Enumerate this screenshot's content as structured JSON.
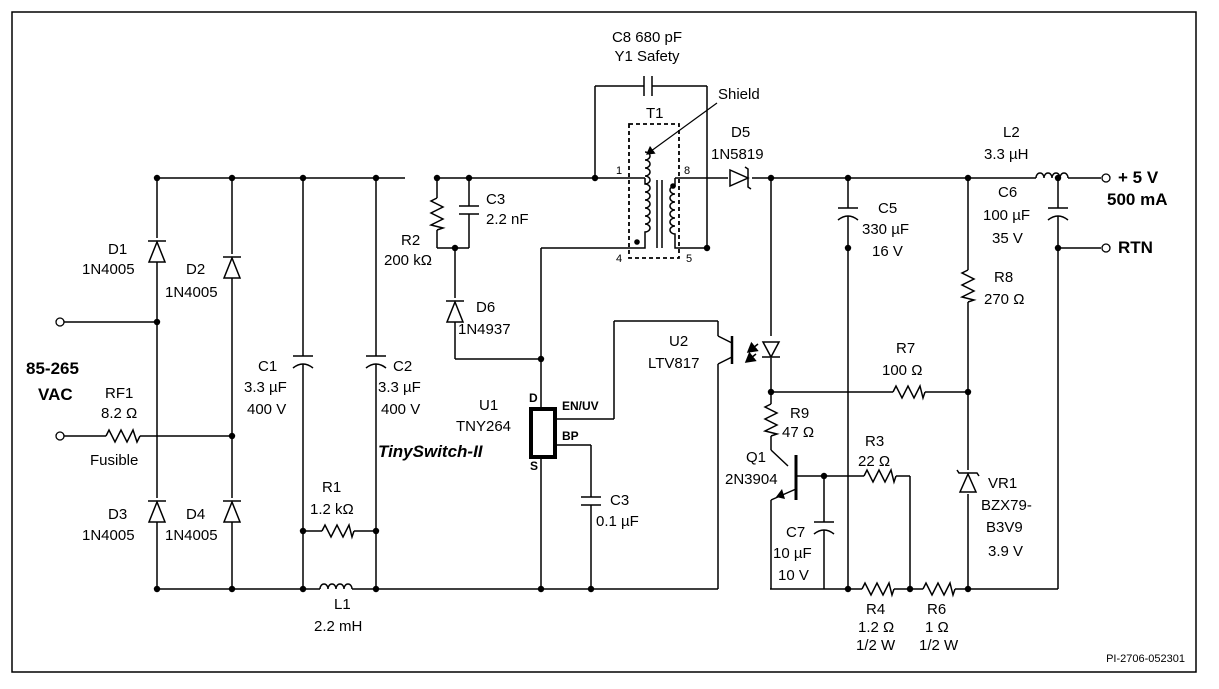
{
  "reference": "PI-2706-052301",
  "product_name": "TinySwitch-II",
  "input": {
    "voltage_line1": "85-265",
    "voltage_line2": "VAC"
  },
  "output": {
    "voltage": "+ 5 V",
    "current": "500 mA",
    "return": "RTN"
  },
  "transformer": {
    "ref": "T1",
    "shield": "Shield",
    "pins": [
      "1",
      "8",
      "4",
      "5"
    ]
  },
  "ic_pins": {
    "drain": "D",
    "source": "S",
    "en_uv": "EN/UV",
    "bypass": "BP"
  },
  "components": {
    "C8": {
      "ref": "C8 680 pF",
      "value": "Y1 Safety"
    },
    "D1": {
      "ref": "D1",
      "value": "1N4005"
    },
    "D2": {
      "ref": "D2",
      "value": "1N4005"
    },
    "D3": {
      "ref": "D3",
      "value": "1N4005"
    },
    "D4": {
      "ref": "D4",
      "value": "1N4005"
    },
    "RF1": {
      "ref": "RF1",
      "value": "8.2 Ω",
      "note": "Fusible"
    },
    "C1": {
      "ref": "C1",
      "value": "3.3 µF",
      "rating": "400 V"
    },
    "C2": {
      "ref": "C2",
      "value": "3.3 µF",
      "rating": "400 V"
    },
    "R1": {
      "ref": "R1",
      "value": "1.2 kΩ"
    },
    "L1": {
      "ref": "L1",
      "value": "2.2 mH"
    },
    "R2": {
      "ref": "R2",
      "value": "200 kΩ"
    },
    "C3a": {
      "ref": "C3",
      "value": "2.2 nF"
    },
    "D6": {
      "ref": "D6",
      "value": "1N4937"
    },
    "U1": {
      "ref": "U1",
      "value": "TNY264"
    },
    "C3b": {
      "ref": "C3",
      "value": "0.1 µF"
    },
    "D5": {
      "ref": "D5",
      "value": "1N5819"
    },
    "U2": {
      "ref": "U2",
      "value": "LTV817"
    },
    "C5": {
      "ref": "C5",
      "value": "330 µF",
      "rating": "16 V"
    },
    "L2": {
      "ref": "L2",
      "value": "3.3 µH"
    },
    "C6": {
      "ref": "C6",
      "value": "100 µF",
      "rating": "35 V"
    },
    "R8": {
      "ref": "R8",
      "value": "270 Ω"
    },
    "R7": {
      "ref": "R7",
      "value": "100 Ω"
    },
    "R9": {
      "ref": "R9",
      "value": "47 Ω"
    },
    "Q1": {
      "ref": "Q1",
      "value": "2N3904"
    },
    "R3": {
      "ref": "R3",
      "value": "22 Ω"
    },
    "C7": {
      "ref": "C7",
      "value": "10 µF",
      "rating": "10 V"
    },
    "R4": {
      "ref": "R4",
      "value": "1.2 Ω",
      "rating": "1/2 W"
    },
    "R6": {
      "ref": "R6",
      "value": "1 Ω",
      "rating": "1/2 W"
    },
    "VR1": {
      "ref": "VR1",
      "value": "BZX79-",
      "value2": "B3V9",
      "rating": "3.9 V"
    }
  }
}
